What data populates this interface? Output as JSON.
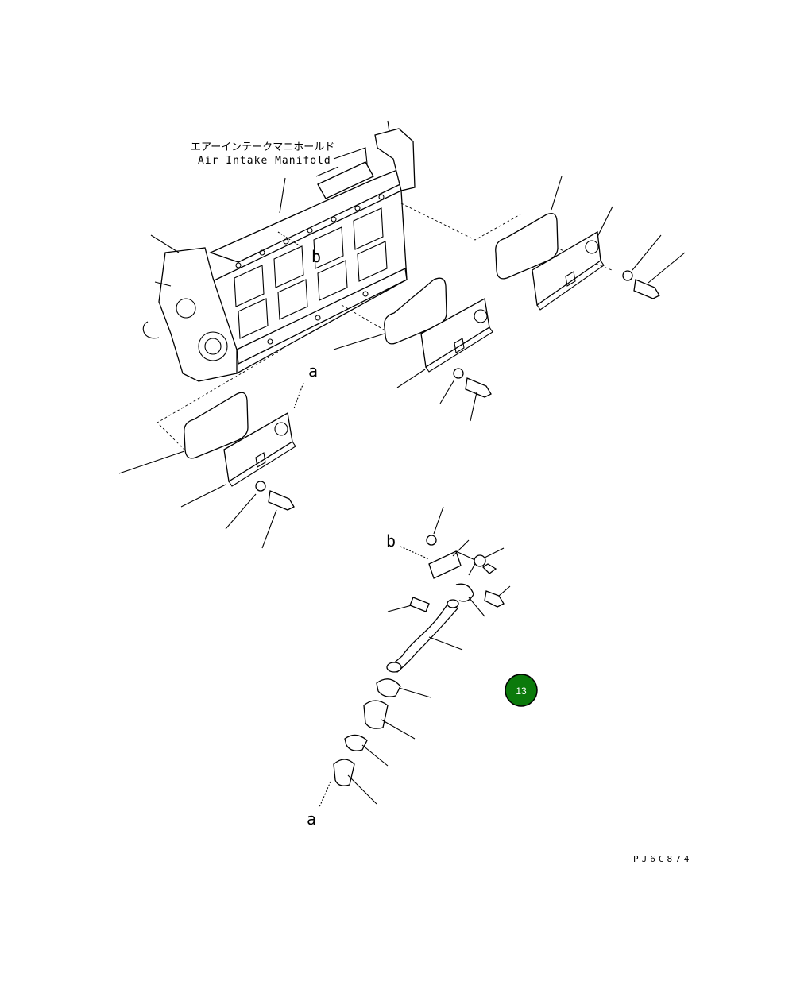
{
  "labels": {
    "manifold_jp": "エアーインテークマニホールド",
    "manifold_en": "Air Intake Manifold",
    "ref_a": "a",
    "ref_b": "b",
    "drawing_code": "PJ6C874"
  },
  "marker": {
    "number": "13",
    "color": "#0b7a0b"
  }
}
